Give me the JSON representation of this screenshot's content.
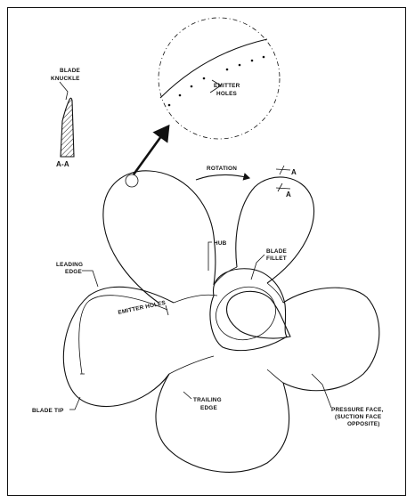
{
  "labels": {
    "blade_knuckle_1": "BLADE",
    "blade_knuckle_2": "KNUCKLE",
    "section": "A-A",
    "emitter_holes_detail_1": "EMITTER",
    "emitter_holes_detail_2": "HOLES",
    "rotation": "ROTATION",
    "section_mark_top": "A",
    "section_mark_bottom": "A",
    "hub": "HUB",
    "blade_fillet_1": "BLADE",
    "blade_fillet_2": "FILLET",
    "leading_edge_1": "LEADING",
    "leading_edge_2": "EDGE",
    "emitter_holes_blade": "EMITTER   HOLES",
    "blade_tip": "BLADE TIP",
    "trailing_edge_1": "TRAILING",
    "trailing_edge_2": "EDGE",
    "pressure_face_1": "PRESSURE FACE,",
    "pressure_face_2": "(SUCTION FACE",
    "pressure_face_3": "OPPOSITE)"
  }
}
